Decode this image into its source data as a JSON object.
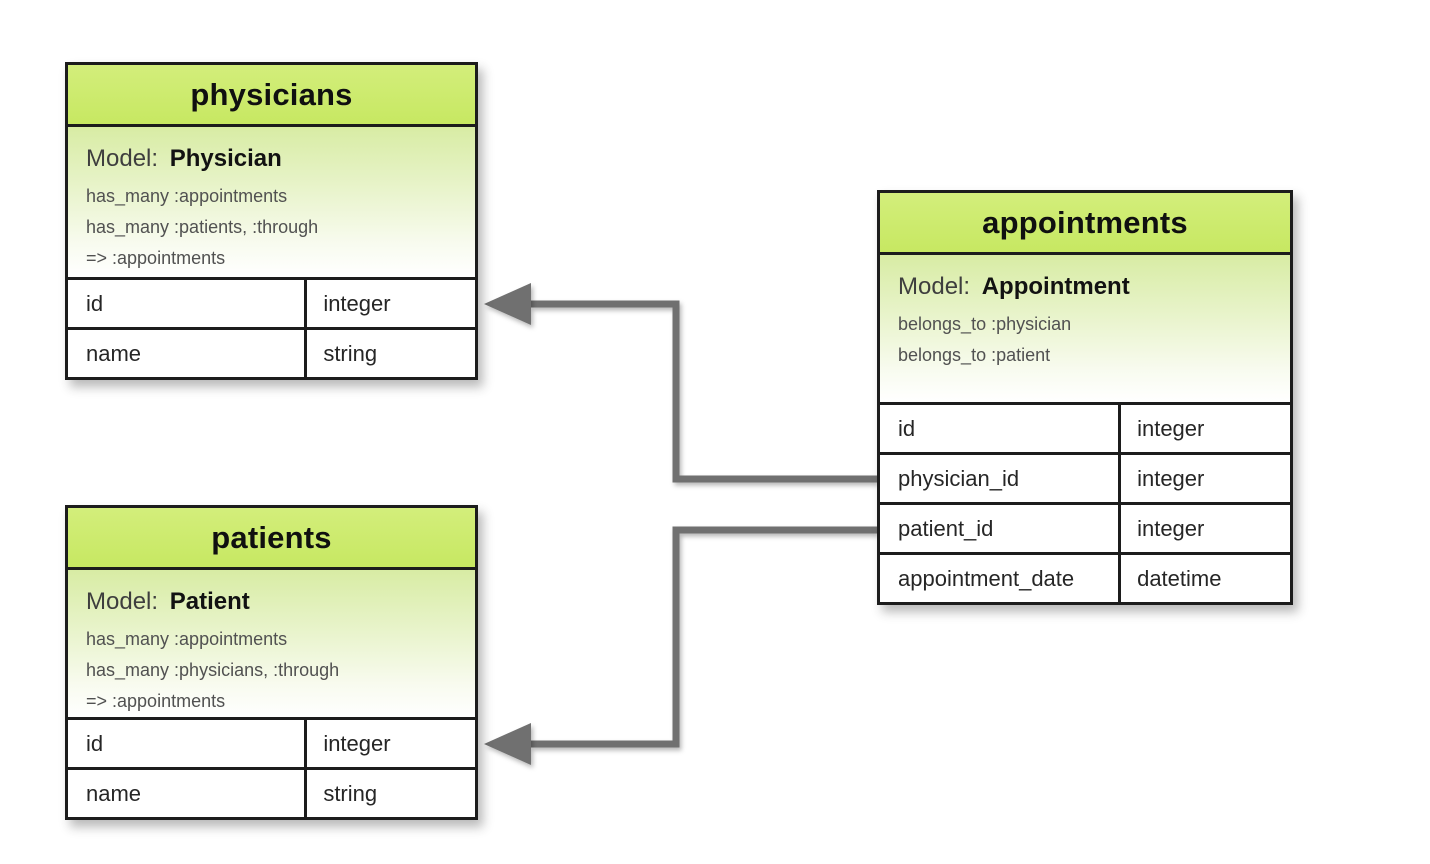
{
  "diagram": {
    "kind": "database-schema-erd",
    "tables": [
      {
        "id": "physicians",
        "title": "physicians",
        "model_label": "Model:",
        "model_name": "Physician",
        "associations": [
          "has_many :appointments",
          "has_many :patients, :through",
          "=> :appointments"
        ],
        "columns": [
          {
            "name": "id",
            "type": "integer"
          },
          {
            "name": "name",
            "type": "string"
          }
        ]
      },
      {
        "id": "appointments",
        "title": "appointments",
        "model_label": "Model:",
        "model_name": "Appointment",
        "associations": [
          "belongs_to :physician",
          "belongs_to :patient"
        ],
        "columns": [
          {
            "name": "id",
            "type": "integer"
          },
          {
            "name": "physician_id",
            "type": "integer"
          },
          {
            "name": "patient_id",
            "type": "integer"
          },
          {
            "name": "appointment_date",
            "type": "datetime"
          }
        ]
      },
      {
        "id": "patients",
        "title": "patients",
        "model_label": "Model:",
        "model_name": "Patient",
        "associations": [
          "has_many :appointments",
          "has_many :physicians, :through",
          "=> :appointments"
        ],
        "columns": [
          {
            "name": "id",
            "type": "integer"
          },
          {
            "name": "name",
            "type": "string"
          }
        ]
      }
    ],
    "relationships": [
      {
        "from": "appointments.physician_id",
        "to": "physicians.id",
        "style": "arrow"
      },
      {
        "from": "appointments.patient_id",
        "to": "patients.id",
        "style": "arrow"
      }
    ],
    "colors": {
      "header_green_top": "#d3ee7b",
      "header_green_bottom": "#c7e862",
      "body_green": "#d8eca4",
      "border": "#1c1c1c",
      "connector": "#6f6f6f",
      "background": "#ffffff"
    }
  }
}
